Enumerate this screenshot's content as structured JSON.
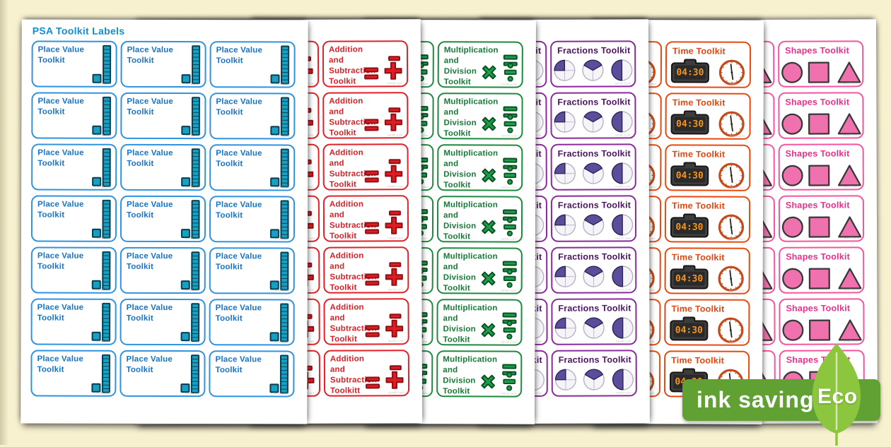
{
  "document": {
    "title": "PSA Toolkit Labels",
    "title_color": "#0f8fd2"
  },
  "background_color": "#f7f1d0",
  "watermark": "twinkl.com",
  "badge": {
    "label": "ink saving",
    "eco_label": "Eco",
    "bar_color": "#61a134",
    "leaf_color": "#8cc63e",
    "vein_color": "#d6e8ad",
    "text_color": "#ffffff"
  },
  "pages": [
    {
      "name": "place-value-toolkit",
      "lines": [
        "Place Value",
        "Toolkit"
      ],
      "icon": "base-ten-blocks",
      "colors": {
        "text": "#1673c8",
        "border": "#2f93e0",
        "icon_fill": "#17a0c2",
        "icon_outline": "#093c4e"
      }
    },
    {
      "name": "addition-subtraction-toolkit",
      "lines": [
        "Addition and",
        "Subtraction",
        "Toolkit"
      ],
      "icon": "plus-minus-equals",
      "overrides": {
        "c20": {
          "lines": [
            "Addition and",
            "Subtraction",
            "Toolkitt"
          ]
        }
      },
      "colors": {
        "text": "#d81e26",
        "border": "#e02127",
        "icon_fill": "#e21b23",
        "icon_outline": "#8c1014"
      }
    },
    {
      "name": "multiplication-division-toolkit",
      "lines": [
        "Multiplication",
        "and Division",
        "Toolkit"
      ],
      "icon": "times-divide-equals",
      "colors": {
        "text": "#157a36",
        "border": "#1d8a3e",
        "icon_fill": "#18a148",
        "icon_outline": "#0c4f23"
      }
    },
    {
      "name": "fractions-toolkit",
      "lines": [
        "Fractions Toolkit"
      ],
      "icon": "fraction-pies",
      "colors": {
        "text": "#4d1463",
        "border": "#8a2b9b",
        "icon_fill": "#5a4d9b",
        "icon_outline": "#2b2150",
        "pie_empty": "#f6f4f9",
        "pie_line": "#bab7c8",
        "pie_ring": "#b3b0c0"
      }
    },
    {
      "name": "time-toolkit",
      "lines": [
        "Time Toolkit"
      ],
      "icon": "clocks",
      "digital_time": "04:30",
      "colors": {
        "text": "#e8430b",
        "border": "#e8490f",
        "icon_fill": "#f7941d",
        "icon_outline": "#151515",
        "clock_rim": "#c7491a",
        "hand": "#222222"
      }
    },
    {
      "name": "shapes-toolkit",
      "lines": [
        "Shapes Toolkit"
      ],
      "icon": "basic-shapes",
      "colors": {
        "text": "#ea2f8a",
        "border": "#f4559e",
        "icon_fill": "#ef71ad",
        "icon_outline": "#383838"
      }
    }
  ]
}
